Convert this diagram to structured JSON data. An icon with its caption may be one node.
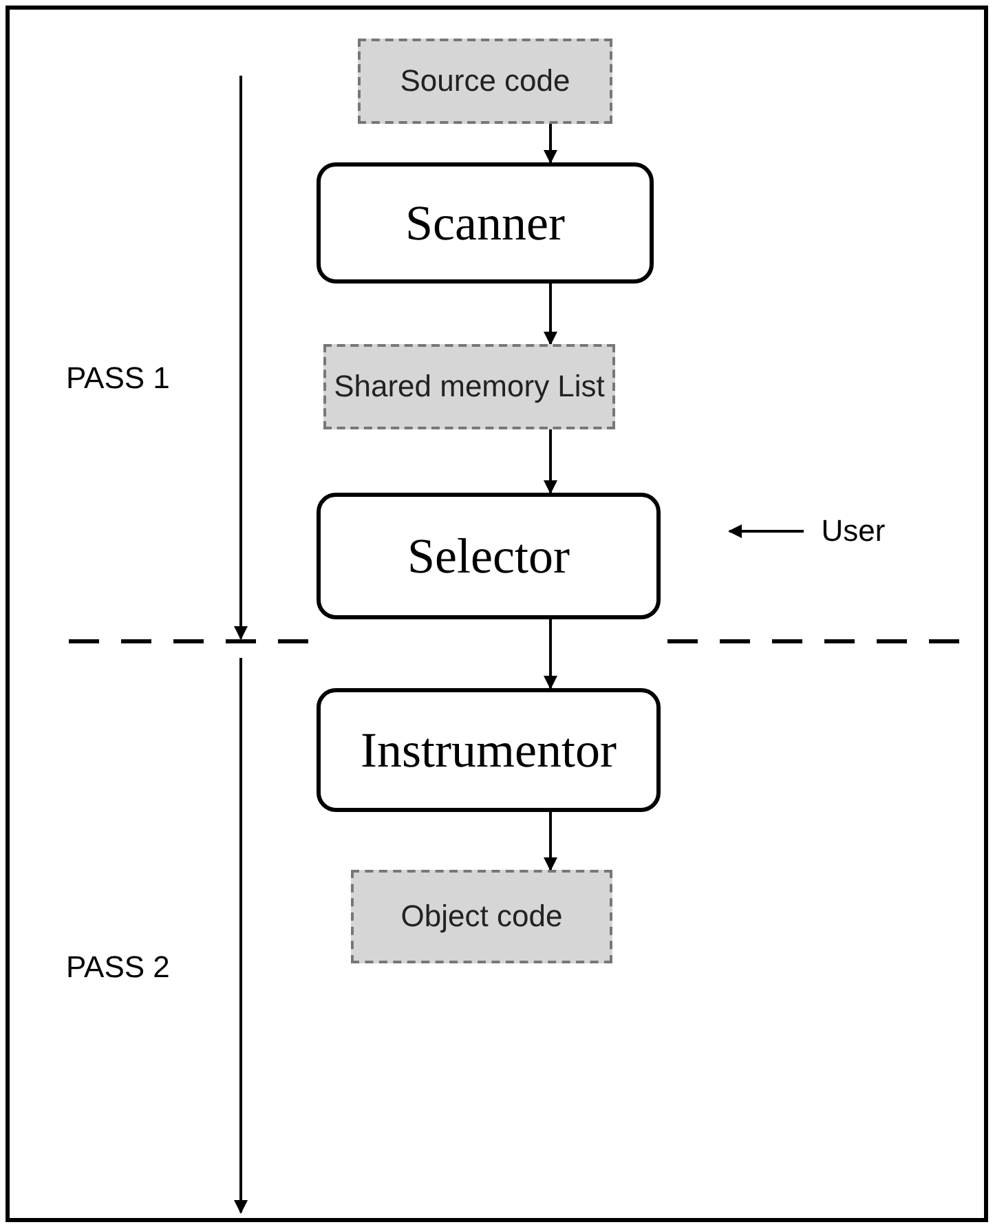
{
  "diagram": {
    "nodes": [
      {
        "text": [
          "Source code"
        ]
      },
      {
        "text": [
          "Scanner"
        ]
      },
      {
        "text": [
          "Shared memory List"
        ]
      },
      {
        "text": [
          "Selector"
        ]
      },
      {
        "text": [
          "Instrumentor"
        ]
      },
      {
        "text": [
          "Object code"
        ]
      },
      {
        "text": [
          "User"
        ]
      }
    ],
    "edges": [
      {
        "from": 0,
        "to": 1,
        "arrow": "to"
      },
      {
        "from": 1,
        "to": 2,
        "arrow": "to"
      },
      {
        "from": 2,
        "to": 3,
        "arrow": "to"
      },
      {
        "from": 3,
        "to": 4,
        "arrow": "to"
      },
      {
        "from": 4,
        "to": 5,
        "arrow": "to"
      },
      {
        "from": 6,
        "to": null,
        "arrow": "to"
      }
    ],
    "labels": [
      "PASS 1",
      "PASS 2"
    ]
  }
}
